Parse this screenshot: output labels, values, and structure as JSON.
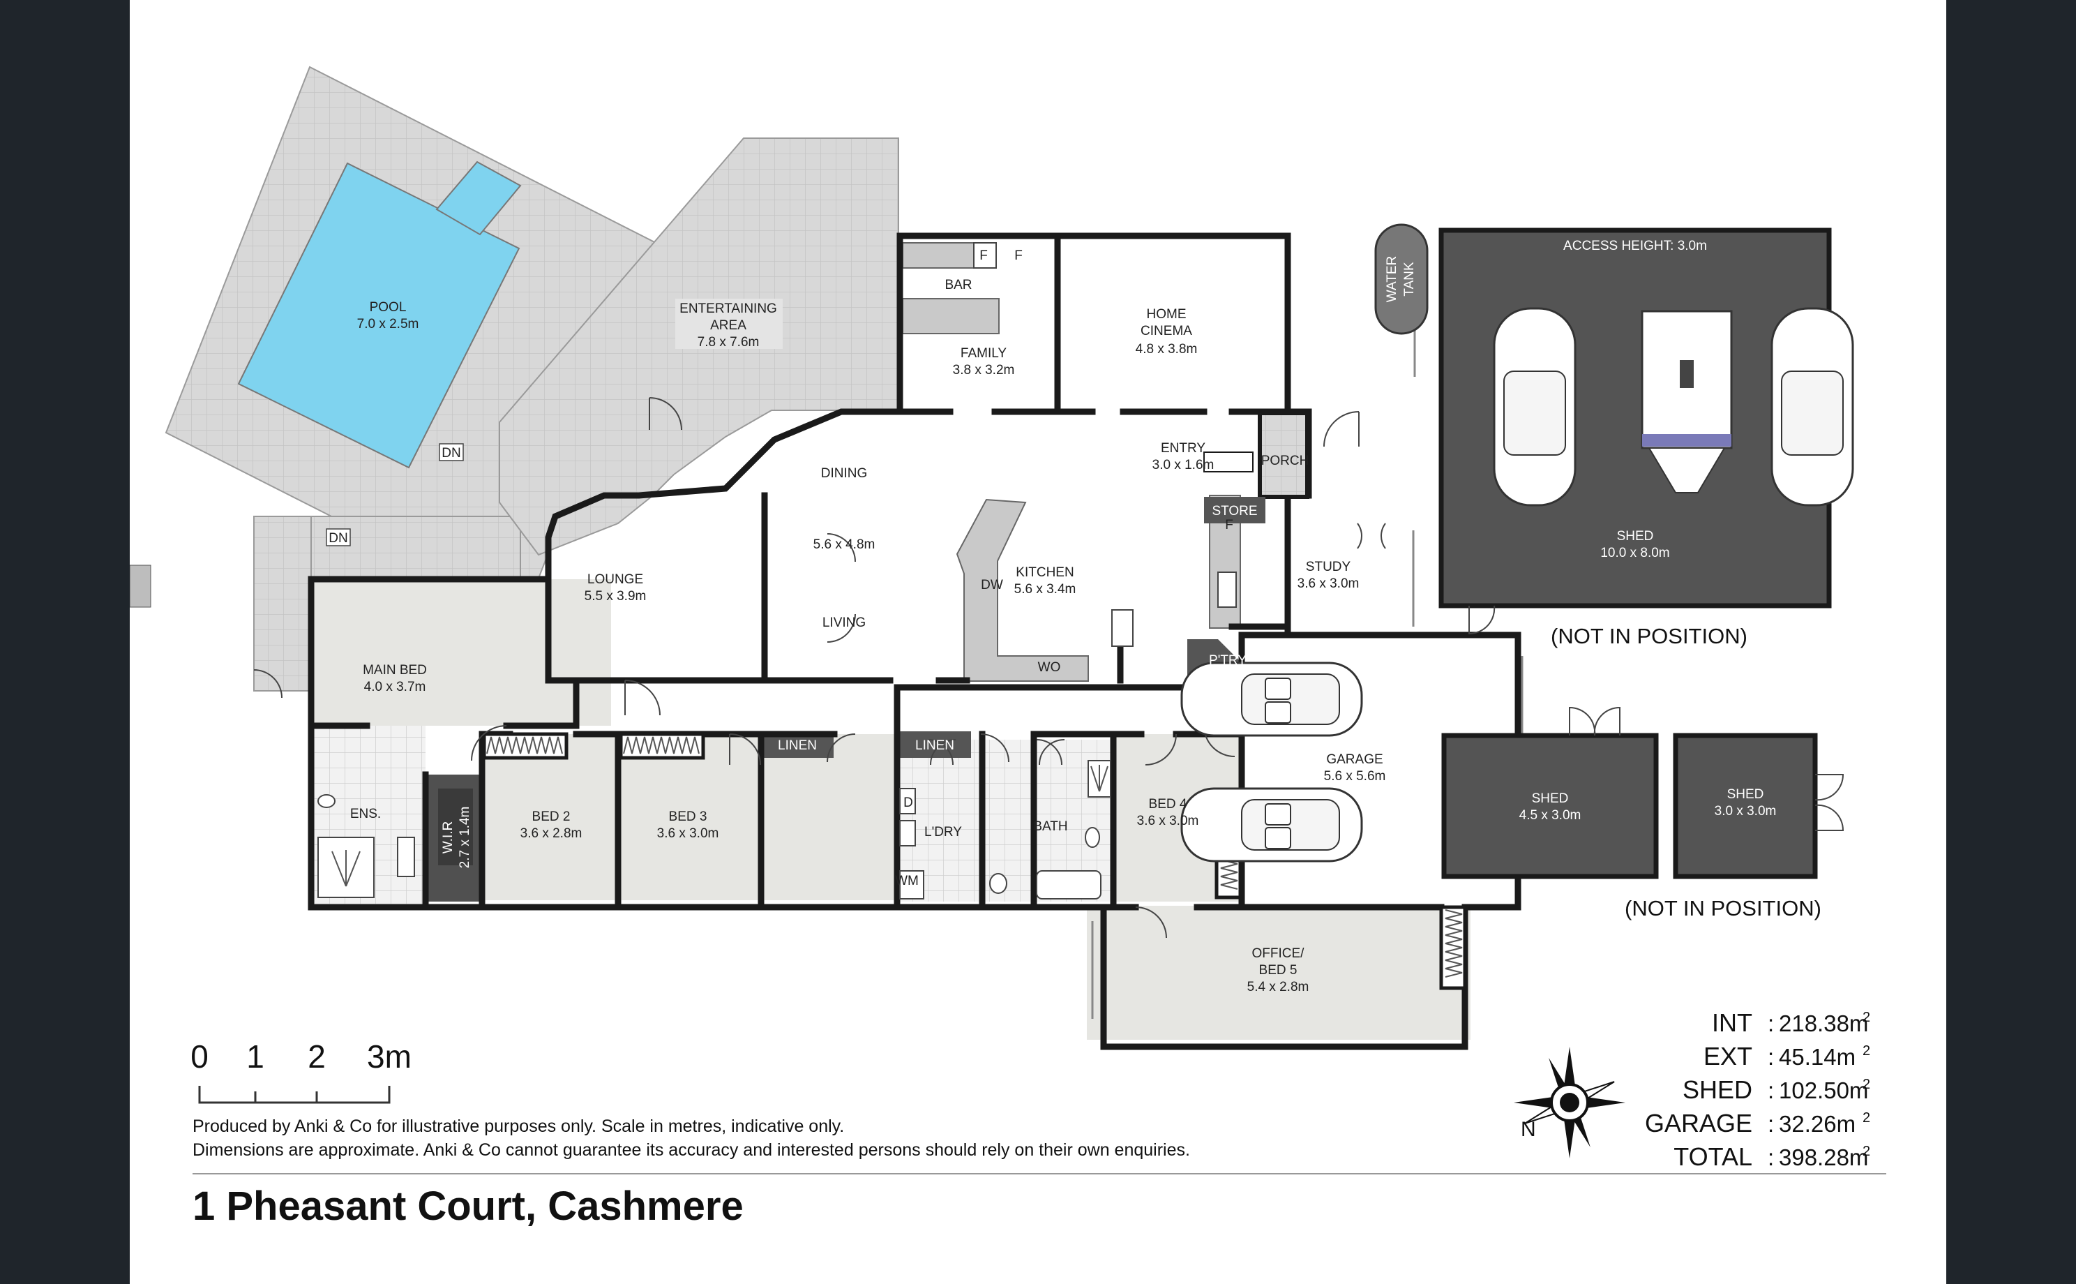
{
  "rooms": {
    "pool": {
      "name": "POOL",
      "dim": "7.0 x 2.5m"
    },
    "entertaining": {
      "name1": "ENTERTAINING",
      "name2": "AREA",
      "dim": "7.8 x 7.6m"
    },
    "bar": "BAR",
    "family": {
      "name": "FAMILY",
      "dim": "3.8 x 3.2m"
    },
    "cinema": {
      "name1": "HOME",
      "name2": "CINEMA",
      "dim": "4.8 x 3.8m"
    },
    "entry": {
      "name": "ENTRY",
      "dim": "3.0 x 1.6m"
    },
    "porch": "PORCH",
    "store": "STORE",
    "dining": "DINING",
    "dining_dim": "5.6 x 4.8m",
    "living": "LIVING",
    "lounge": {
      "name": "LOUNGE",
      "dim": "5.5 x 3.9m"
    },
    "kitchen": {
      "name": "KITCHEN",
      "dim": "5.6 x 3.4m"
    },
    "study": {
      "name": "STUDY",
      "dim": "3.6 x 3.0m"
    },
    "main_bed": {
      "name": "MAIN BED",
      "dim": "4.0 x 3.7m"
    },
    "ens": "ENS.",
    "wir": {
      "name": "W.I.R",
      "dim": "2.7 x 1.4m"
    },
    "bed2": {
      "name": "BED 2",
      "dim": "3.6 x 2.8m"
    },
    "bed3": {
      "name": "BED 3",
      "dim": "3.6 x 3.0m"
    },
    "linen1": "LINEN",
    "linen2": "LINEN",
    "ldry": "L'DRY",
    "bath": "BATH",
    "bed4": {
      "name": "BED 4",
      "dim": "3.6 x 3.0m"
    },
    "garage": {
      "name": "GARAGE",
      "dim": "5.6 x 5.6m"
    },
    "office": {
      "name1": "OFFICE/",
      "name2": "BED 5",
      "dim": "5.4 x 2.8m"
    },
    "shed_big": {
      "name": "SHED",
      "dim": "10.0 x 8.0m",
      "access": "ACCESS HEIGHT: 3.0m"
    },
    "shed_a": {
      "name": "SHED",
      "dim": "4.5 x 3.0m"
    },
    "shed_b": {
      "name": "SHED",
      "dim": "3.0 x 3.0m"
    },
    "water_tank": {
      "l1": "WATER",
      "l2": "TANK"
    }
  },
  "fixtures": {
    "f": "F",
    "dw": "DW",
    "wo": "WO",
    "ptry": "P'TRY",
    "d": "D",
    "wm": "WM",
    "dn": "DN"
  },
  "not_in_position": "(NOT IN POSITION)",
  "scale": {
    "labels": [
      "0",
      "1",
      "2",
      "3m"
    ]
  },
  "compass": {
    "n": "N"
  },
  "areas": [
    {
      "label": "INT",
      "sep": ":",
      "value": "218.38m",
      "sup": "2"
    },
    {
      "label": "EXT",
      "sep": ":",
      "value": " 45.14m",
      "sup": "2"
    },
    {
      "label": "SHED",
      "sep": ":",
      "value": "102.50m",
      "sup": "2"
    },
    {
      "label": "GARAGE",
      "sep": ":",
      "value": " 32.26m",
      "sup": "2"
    },
    {
      "label": "TOTAL",
      "sep": ":",
      "value": "398.28m",
      "sup": "2"
    }
  ],
  "disclaimer": {
    "line1": "Produced by Anki & Co for illustrative purposes only. Scale in metres, indicative only.",
    "line2": "Dimensions are approximate. Anki & Co cannot guarantee its accuracy and interested persons should rely on their own enquiries."
  },
  "title": "1 Pheasant Court, Cashmere",
  "colors": {
    "paving": "#d4d4d4",
    "pool": "#7fd3ef",
    "shed": "#545454",
    "floor": "#ececec",
    "wall": "#1a1a1a"
  }
}
